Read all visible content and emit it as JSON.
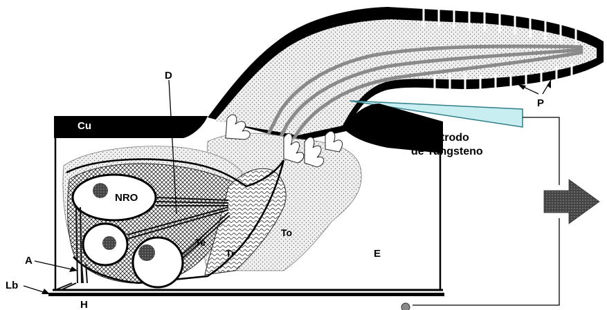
{
  "labels": {
    "cu": "Cu",
    "d": "D",
    "nro": "NRO",
    "te": "Te",
    "tr": "Tr",
    "to": "To",
    "e": "E",
    "a": "A",
    "lb": "Lb",
    "h": "H",
    "p": "P",
    "electrode_line1": "Electrodo",
    "electrode_line2": "de Tungsteno"
  },
  "colors": {
    "black": "#000000",
    "stipple": "#e6e6e6",
    "stipple_dot": "#6e6e6e",
    "gray_tube": "#8a8a8a",
    "electrode_fill": "#c8eef2",
    "electrode_stroke": "#2f7f8a",
    "arrow_fill": "#7a7a7a"
  }
}
